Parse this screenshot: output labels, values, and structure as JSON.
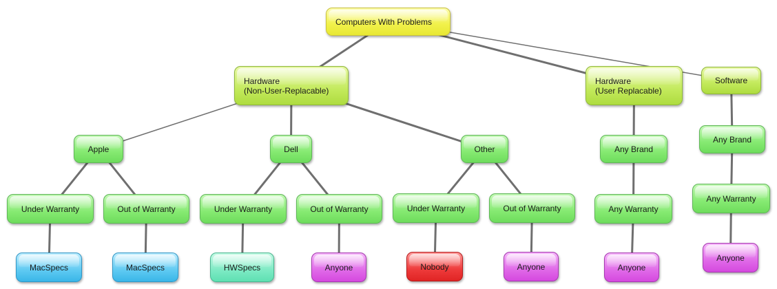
{
  "nodes": {
    "root": "Computers With Problems",
    "hw_nonuser": "Hardware\n(Non-User-Replacable)",
    "hw_user": "Hardware\n(User Replacable)",
    "software": "Software",
    "apple": "Apple",
    "dell": "Dell",
    "other": "Other",
    "hwu_anybrand": "Any Brand",
    "sw_anybrand": "Any Brand",
    "apple_under": "Under Warranty",
    "apple_out": "Out of Warranty",
    "dell_under": "Under Warranty",
    "dell_out": "Out of Warranty",
    "other_under": "Under Warranty",
    "other_out": "Out of Warranty",
    "hwu_anywarranty": "Any Warranty",
    "sw_anywarranty": "Any Warranty",
    "apple_under_leaf": "MacSpecs",
    "apple_out_leaf": "MacSpecs",
    "dell_under_leaf": "HWSpecs",
    "dell_out_leaf": "Anyone",
    "other_under_leaf": "Nobody",
    "other_out_leaf": "Anyone",
    "hwu_leaf": "Anyone",
    "sw_leaf": "Anyone"
  },
  "edges": [
    [
      "root",
      "hw_nonuser"
    ],
    [
      "root",
      "hw_user"
    ],
    [
      "root",
      "software"
    ],
    [
      "hw_nonuser",
      "apple"
    ],
    [
      "hw_nonuser",
      "dell"
    ],
    [
      "hw_nonuser",
      "other"
    ],
    [
      "hw_user",
      "hwu_anybrand"
    ],
    [
      "software",
      "sw_anybrand"
    ],
    [
      "apple",
      "apple_under"
    ],
    [
      "apple",
      "apple_out"
    ],
    [
      "dell",
      "dell_under"
    ],
    [
      "dell",
      "dell_out"
    ],
    [
      "other",
      "other_under"
    ],
    [
      "other",
      "other_out"
    ],
    [
      "hwu_anybrand",
      "hwu_anywarranty"
    ],
    [
      "sw_anybrand",
      "sw_anywarranty"
    ],
    [
      "apple_under",
      "apple_under_leaf"
    ],
    [
      "apple_out",
      "apple_out_leaf"
    ],
    [
      "dell_under",
      "dell_under_leaf"
    ],
    [
      "dell_out",
      "dell_out_leaf"
    ],
    [
      "other_under",
      "other_under_leaf"
    ],
    [
      "other_out",
      "other_out_leaf"
    ],
    [
      "hwu_anywarranty",
      "hwu_leaf"
    ],
    [
      "sw_anywarranty",
      "sw_leaf"
    ]
  ],
  "colors": {
    "edge": "#6f6f6f",
    "root": "#f1f14a",
    "category": "#c3ea5c",
    "branch": "#86ea72",
    "leaf_macspecs": "#39b6e8",
    "leaf_hwspecs": "#5ee0b2",
    "leaf_anyone": "#d549df",
    "leaf_nobody": "#e02424"
  }
}
